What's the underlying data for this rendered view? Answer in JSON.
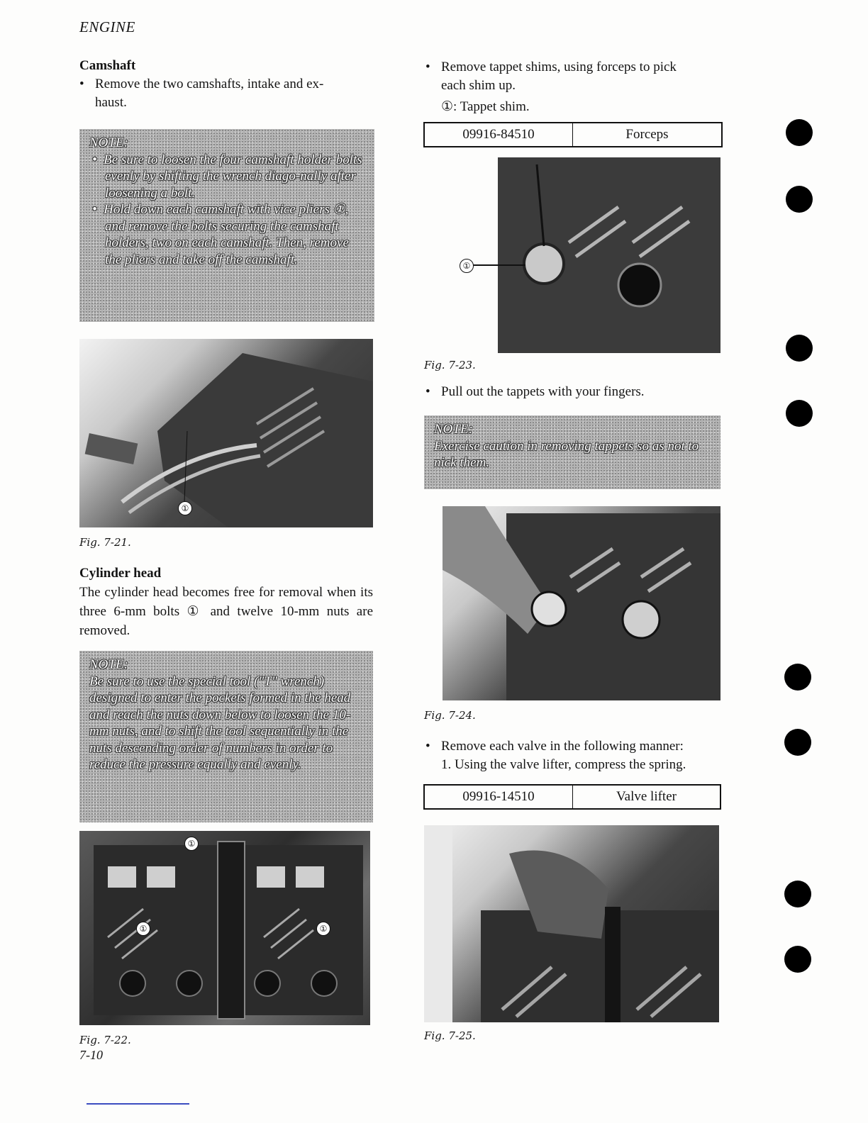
{
  "header": {
    "section": "ENGINE"
  },
  "left": {
    "camshaft": {
      "heading": "Camshaft",
      "bullet": "Remove the two camshafts, intake and ex-",
      "bullet_cont": "haust.",
      "note_title": "NOTE:",
      "note_items": [
        "Be sure to loosen the four camshaft holder bolts evenly by shifting the wrench diago-nally after loosening a bolt.",
        "Hold down each camshaft with vice pliers ①, and remove the bolts securing the camshaft holders, two on each camshaft. Then, remove the pliers and take off the camshaft."
      ],
      "fig": "Fig. 7-21.",
      "callout": "①"
    },
    "cylinder_head": {
      "heading": "Cylinder head",
      "para": "The cylinder head becomes free for removal when its three 6-mm bolts ① and twelve 10-mm nuts are removed.",
      "note_title": "NOTE:",
      "note_body": "Be sure to use the special tool (\"T\" wrench) designed to enter the pockets formed in the head and reach the nuts down below to loosen the 10-mm nuts, and to shift the tool sequentially in the nuts descending order of numbers in order to reduce the pressure equally and evenly.",
      "fig": "Fig. 7-22.",
      "callouts": [
        "①",
        "①",
        "①"
      ]
    },
    "page_number": "7-10"
  },
  "right": {
    "tappet_shims": {
      "bullet": "Remove tappet shims, using forceps to pick",
      "bullet_cont": "each shim up.",
      "legend": "①: Tappet shim.",
      "tool_number": "09916-84510",
      "tool_name": "Forceps",
      "fig": "Fig. 7-23.",
      "callout": "①"
    },
    "tappets": {
      "bullet": "Pull out the tappets with your fingers.",
      "note_title": "NOTE:",
      "note_body": "Exercise caution in removing tappets so as not to nick them.",
      "fig": "Fig. 7-24."
    },
    "valves": {
      "bullet": "Remove each valve in the following manner:",
      "step": "1. Using the valve lifter, compress the spring.",
      "tool_number": "09916-14510",
      "tool_name": "Valve lifter",
      "fig": "Fig. 7-25."
    }
  },
  "bullet_char": "•"
}
